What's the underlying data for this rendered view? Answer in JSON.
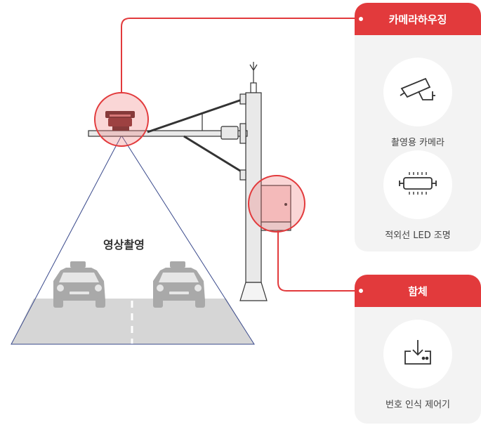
{
  "diagram": {
    "road_label": "영상촬영"
  },
  "panels": [
    {
      "title": "카메라하우징",
      "items": [
        {
          "icon": "cctv-camera-icon",
          "label": "촬영용 카메라"
        },
        {
          "icon": "infrared-led-icon",
          "label": "적외선 LED 조명"
        }
      ]
    },
    {
      "title": "함체",
      "items": [
        {
          "icon": "license-reader-icon",
          "label": "번호 인식 제어기"
        }
      ]
    }
  ],
  "colors": {
    "accent": "#e23a3c",
    "panel_bg": "#f3f3f3",
    "road": "#d6d6d6",
    "beam_line": "#3a4a8c"
  }
}
